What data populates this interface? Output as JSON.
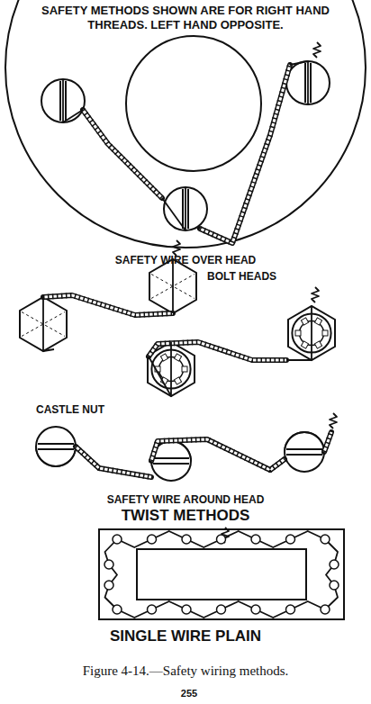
{
  "diagram": {
    "caption": "Figure 4-14.—Safety wiring methods.",
    "labels": [
      "SAFETY METHODS SHOWN ARE FOR RIGHT HAND THREADS. LEFT HAND OPPOSITE.",
      "SAFETY WIRE OVER HEAD",
      "BOLT HEADS",
      "CASTLE NUT",
      "SAFETY WIRE AROUND HEAD",
      "TWIST METHODS",
      "SINGLE WIRE PLAIN",
      "255"
    ]
  }
}
